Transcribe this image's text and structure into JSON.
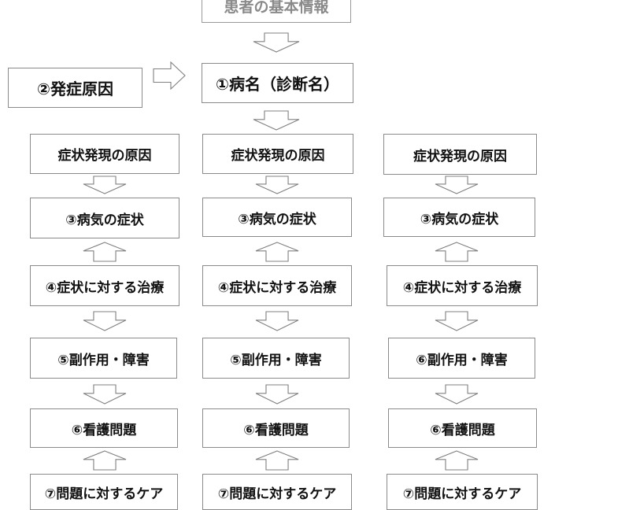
{
  "header_box": "患者の基本情報",
  "diagnosis": "①病名（診断名）",
  "onset_cause": "②発症原因",
  "columns": [
    {
      "cause": "症状発現の原因",
      "symptom": "③病気の症状",
      "treatment": "④症状に対する治療",
      "side_effect": "⑤副作用・障害",
      "nursing_problem": "⑥看護問題",
      "care": "⑦問題に対するケア"
    },
    {
      "cause": "症状発現の原因",
      "symptom": "③病気の症状",
      "treatment": "④症状に対する治療",
      "side_effect": "⑤副作用・障害",
      "nursing_problem": "⑥看護問題",
      "care": "⑦問題に対するケア"
    },
    {
      "cause": "症状発現の原因",
      "symptom": "③病気の症状",
      "treatment": "④症状に対する治療",
      "side_effect": "⑥副作用・障害",
      "nursing_problem": "⑥看護問題",
      "care": "⑦問題に対するケア"
    }
  ]
}
